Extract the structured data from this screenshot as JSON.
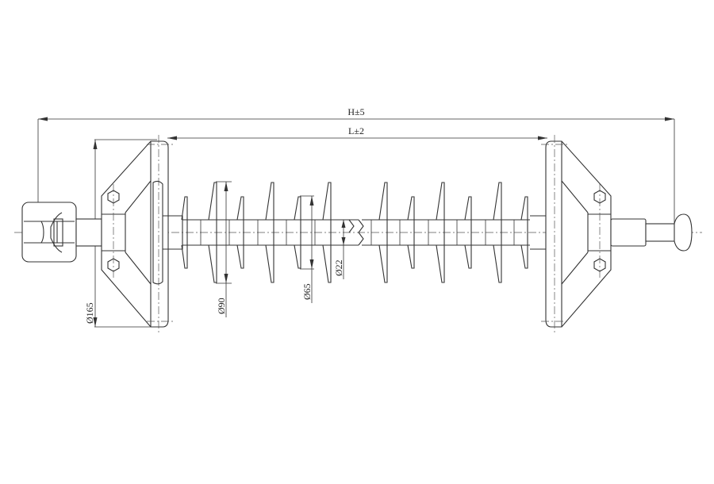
{
  "drawing": {
    "subject": "Composite suspension insulator",
    "dimensions": {
      "overall_length": "H±5",
      "insulation_length": "L±2",
      "grading_ring_diameter": "Ø165",
      "large_shed_diameter": "Ø90",
      "small_shed_diameter": "Ø65",
      "core_rod_diameter": "Ø22"
    },
    "components": [
      "socket-end-fitting",
      "grading-ring-left",
      "sheds",
      "grading-ring-right",
      "ball-end-fitting"
    ],
    "colors": {
      "line": "#333333",
      "background": "#ffffff"
    }
  }
}
